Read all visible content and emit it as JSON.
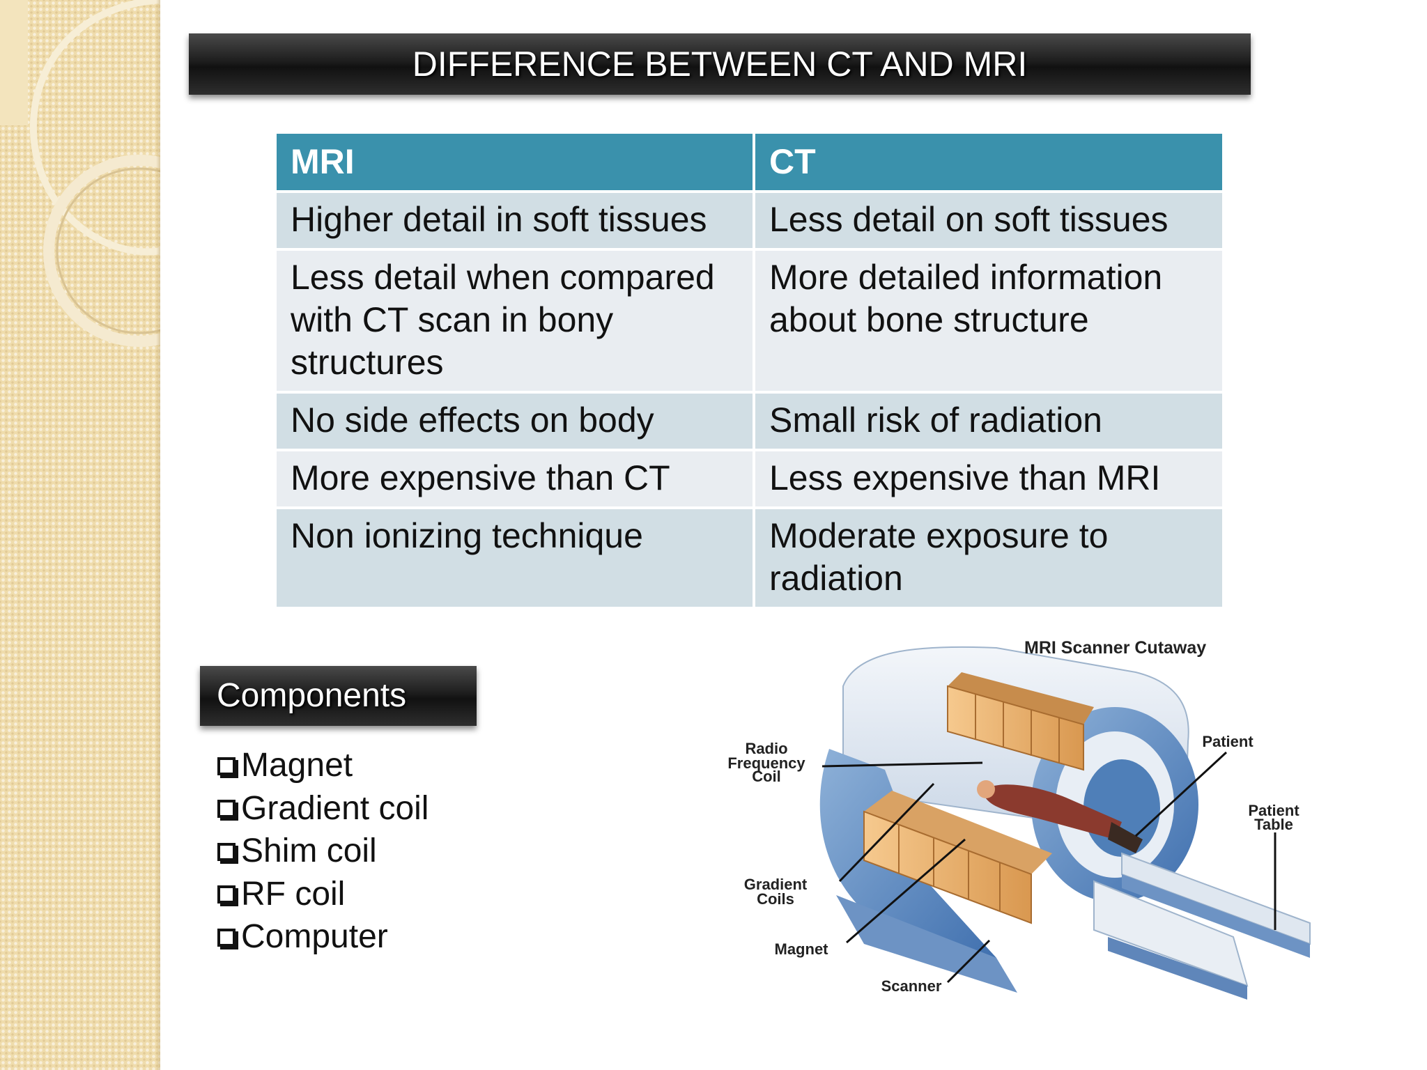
{
  "title": "DIFFERENCE BETWEEN CT AND MRI",
  "table": {
    "headers": [
      "MRI",
      "CT"
    ],
    "rows": [
      [
        "Higher detail in soft tissues",
        "Less detail on soft tissues"
      ],
      [
        "Less detail when compared with CT scan in bony structures",
        "More detailed information about bone structure"
      ],
      [
        "No side effects on body",
        "Small risk of radiation"
      ],
      [
        "More expensive than CT",
        "Less expensive than MRI"
      ],
      [
        "Non ionizing technique",
        "Moderate exposure to radiation"
      ]
    ]
  },
  "components": {
    "heading": "Components",
    "items": [
      "Magnet",
      "Gradient coil",
      "Shim coil",
      "RF coil",
      "Computer"
    ],
    "bullet_icon": "hollow-square-icon"
  },
  "figure": {
    "title": "MRI Scanner Cutaway",
    "labels": {
      "rf_coil_1": "Radio",
      "rf_coil_2": "Frequency",
      "rf_coil_3": "Coil",
      "patient": "Patient",
      "patient_table_1": "Patient",
      "patient_table_2": "Table",
      "gradient_1": "Gradient",
      "gradient_2": "Coils",
      "magnet": "Magnet",
      "scanner": "Scanner"
    }
  },
  "colors": {
    "table_header": "#3a91ac",
    "row_dark": "#d1dee4",
    "row_light": "#e9edf1",
    "title_bar": "#1e1e1e"
  }
}
